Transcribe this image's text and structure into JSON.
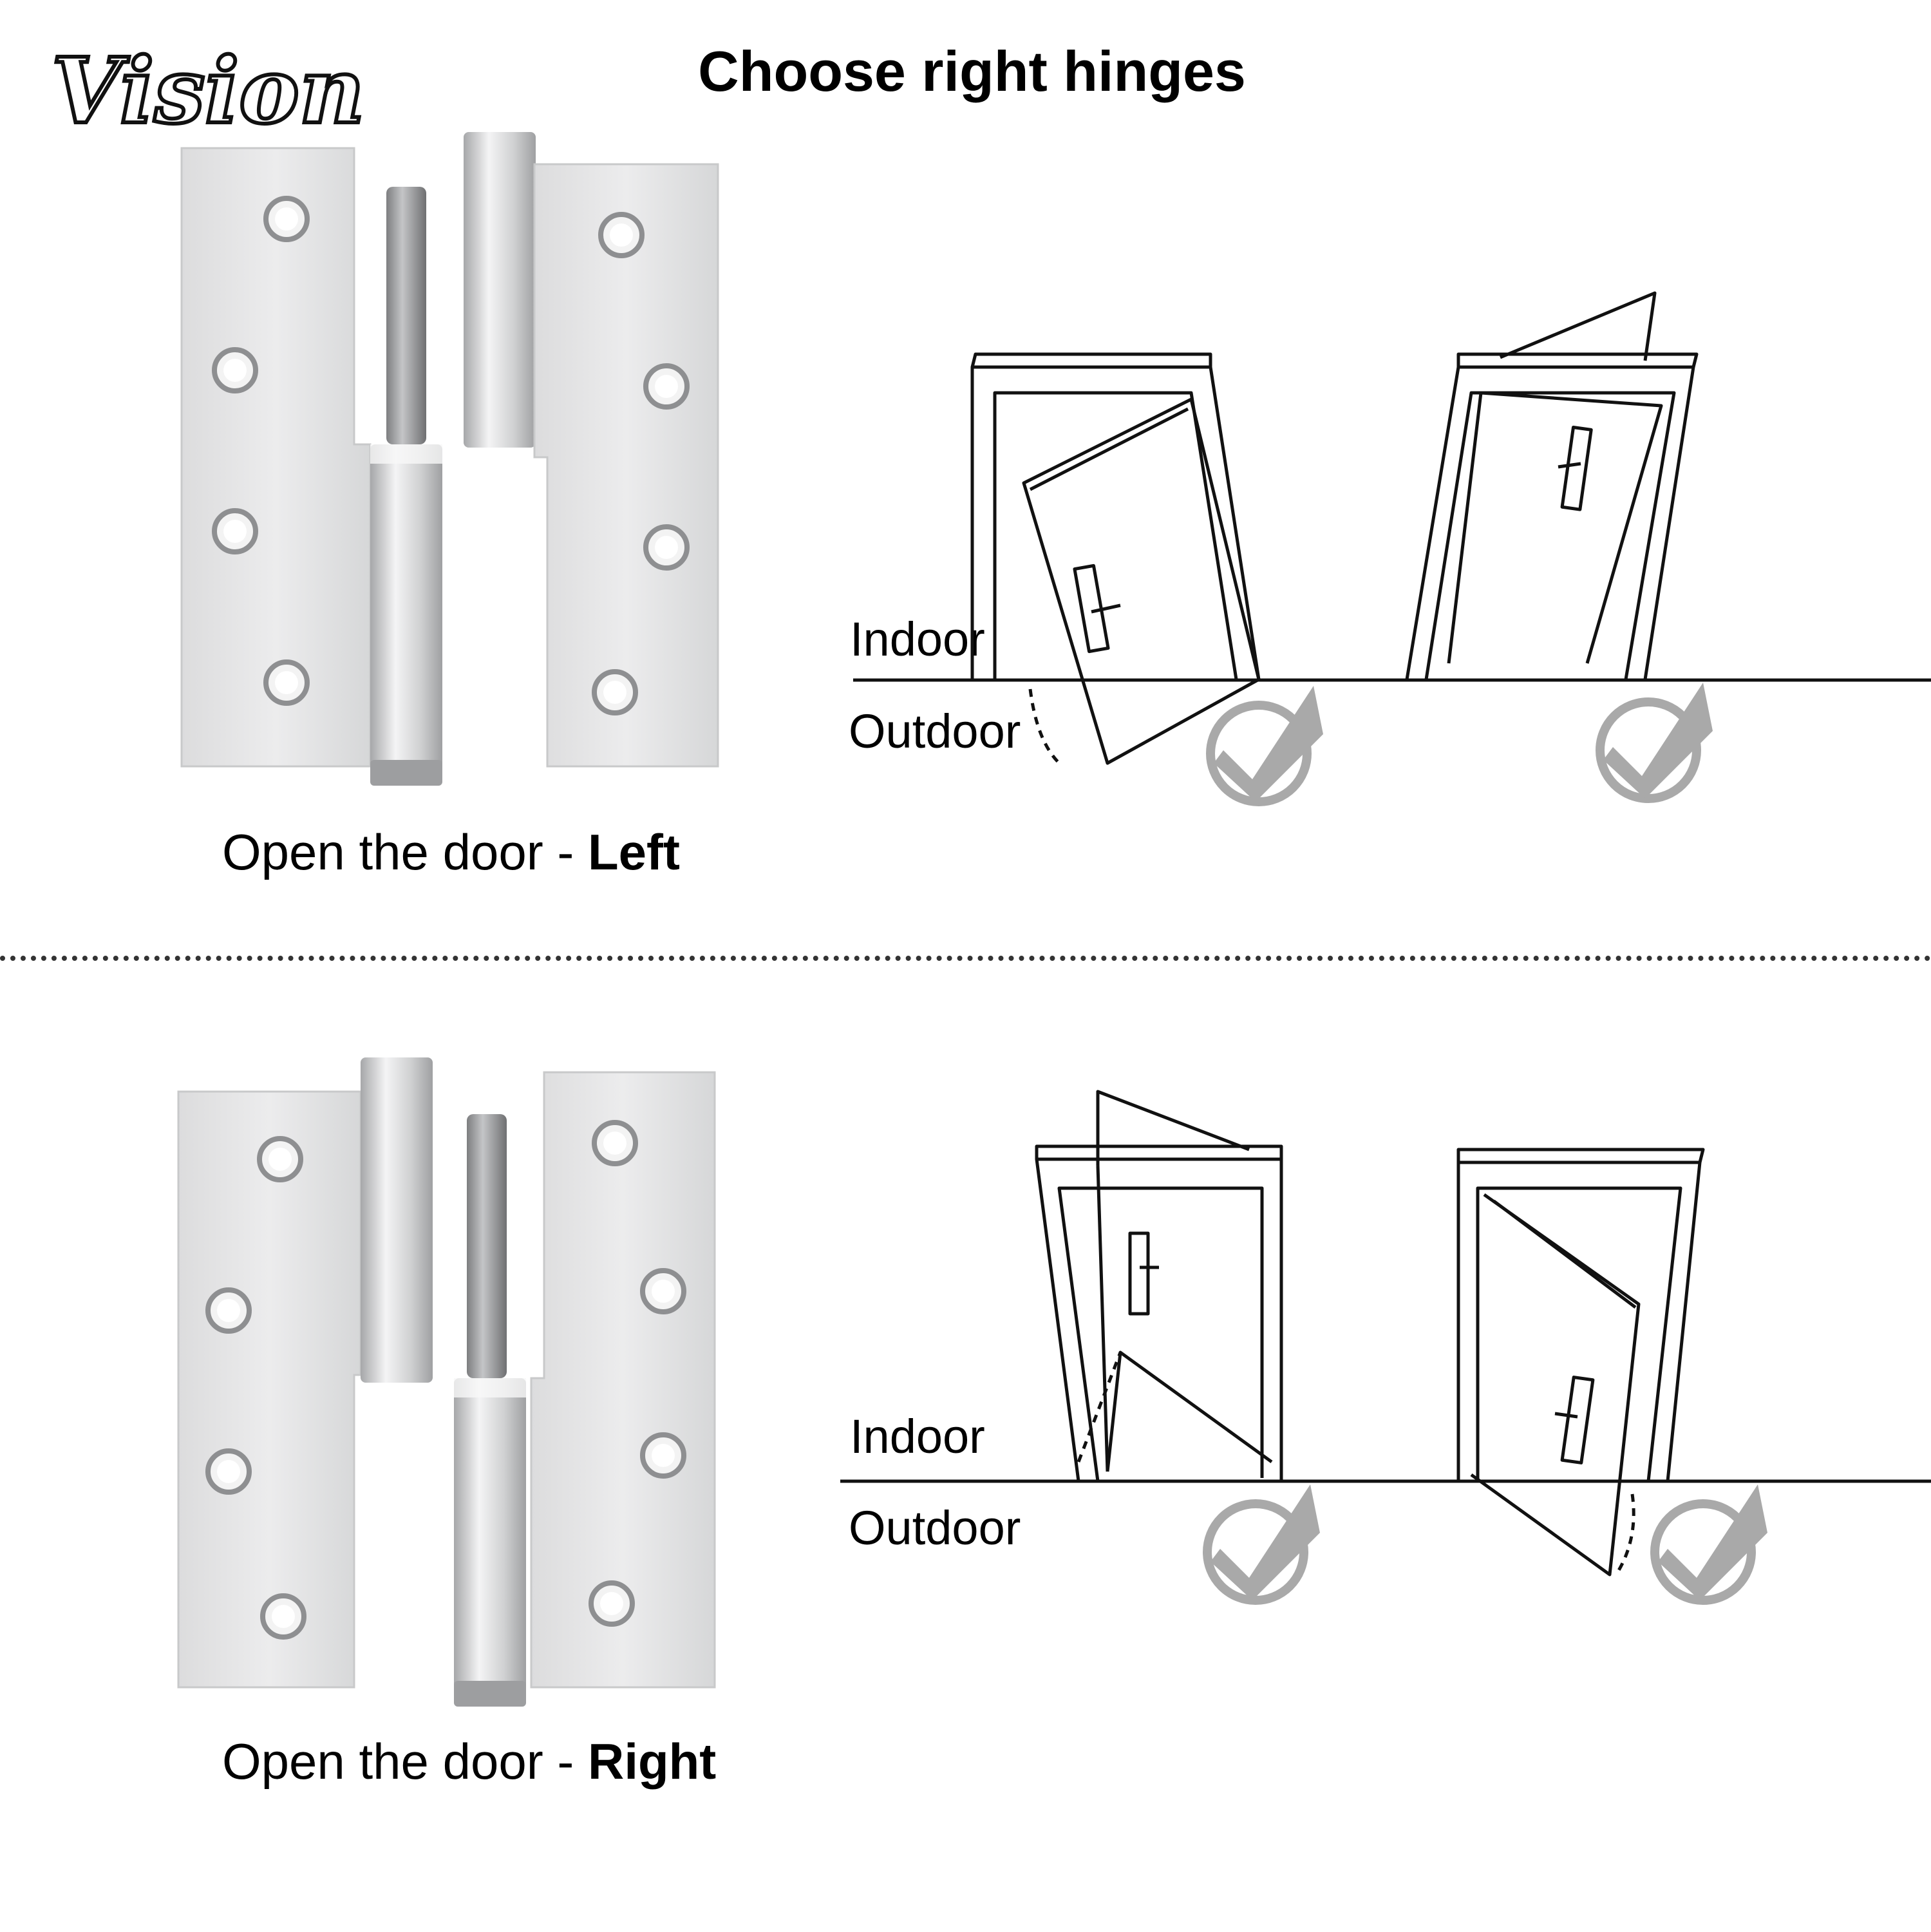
{
  "brand": {
    "logo_text": "Vision"
  },
  "header": {
    "title": "Choose right hinges"
  },
  "sections": [
    {
      "caption_prefix": "Open the door - ",
      "caption_direction": "Left",
      "indoor_label": "Indoor",
      "outdoor_label": "Outdoor"
    },
    {
      "caption_prefix": "Open the door - ",
      "caption_direction": "Right",
      "indoor_label": "Indoor",
      "outdoor_label": "Outdoor"
    }
  ],
  "icons": {
    "check": "check-mark-icon"
  },
  "colors": {
    "steel_light": "#e9e9ea",
    "steel_dark": "#b9babc",
    "check_gray": "#a9a9a9",
    "line": "#111111"
  }
}
